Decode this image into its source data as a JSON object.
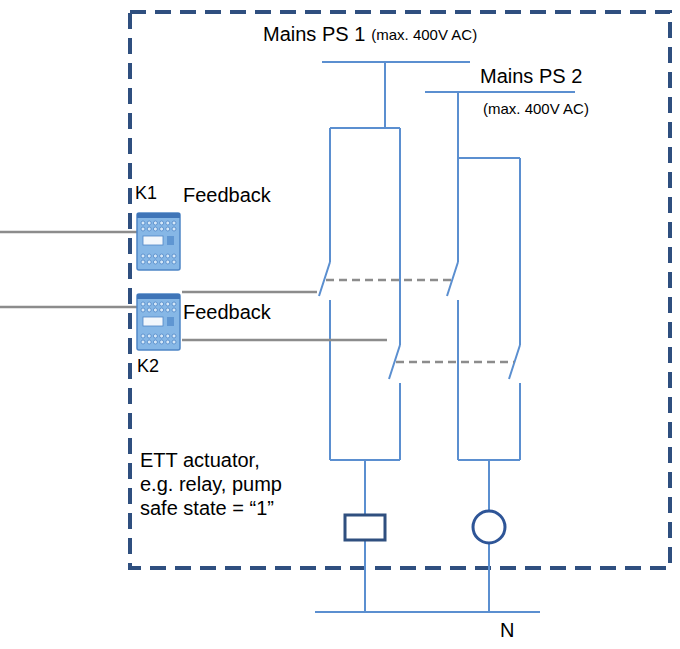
{
  "diagram": {
    "nodes": [
      {
        "text": [
          "K1",
          "Feedback"
        ]
      },
      {
        "text": [
          "Feedback",
          "K2"
        ]
      }
    ],
    "labels": [
      "Mains PS 1",
      "(max. 400V AC)",
      "Mains PS 2",
      "(max. 400V AC)",
      "ETT actuator, e.g. relay, pump safe state = “1”",
      "N"
    ]
  }
}
